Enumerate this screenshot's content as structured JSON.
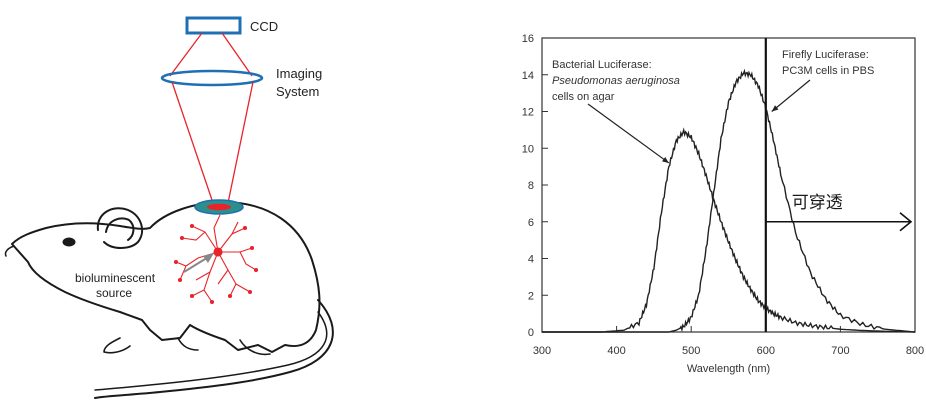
{
  "diagram": {
    "ccd_label": "CCD",
    "imaging_label_line1": "Imaging",
    "imaging_label_line2": "System",
    "source_label_line1": "bioluminescent",
    "source_label_line2": "source",
    "colors": {
      "beam": "#e8242a",
      "optics": "#1f6fb5",
      "tissue_ring": "#2d8f8a",
      "outline": "#1a1a1a"
    },
    "icons": [
      "ccd-detector-icon",
      "lens-icon",
      "mouse-illustration",
      "vessel-network-icon"
    ]
  },
  "chart_data": {
    "type": "line",
    "title": "",
    "xlabel": "Wavelength (nm)",
    "ylabel": "",
    "xlim": [
      300,
      800
    ],
    "ylim": [
      0,
      16
    ],
    "xticks": [
      300,
      400,
      500,
      600,
      700,
      800
    ],
    "yticks": [
      0,
      2,
      4,
      6,
      8,
      10,
      12,
      14,
      16
    ],
    "x": [
      300,
      380,
      410,
      430,
      440,
      450,
      460,
      470,
      480,
      490,
      500,
      510,
      520,
      530,
      540,
      550,
      560,
      570,
      580,
      590,
      600,
      610,
      620,
      640,
      660,
      680,
      700,
      730,
      760,
      800
    ],
    "series": [
      {
        "name": "Bacterial Luciferase:",
        "values": [
          0,
          0,
          0.1,
          0.5,
          1.5,
          3.5,
          6.5,
          9.0,
          10.4,
          10.9,
          10.6,
          9.7,
          8.5,
          7.2,
          6.0,
          4.9,
          3.9,
          3.0,
          2.3,
          1.7,
          1.3,
          1.0,
          0.8,
          0.5,
          0.35,
          0.25,
          0.15,
          0.08,
          0.04,
          0
        ]
      },
      {
        "name": "Firefly Luciferase:",
        "values": [
          0,
          0,
          0,
          0,
          0,
          0,
          0,
          0,
          0.1,
          0.3,
          0.8,
          2.0,
          4.5,
          7.5,
          10.5,
          12.5,
          13.6,
          14.1,
          14.0,
          13.4,
          12.2,
          10.5,
          8.6,
          5.4,
          3.2,
          1.8,
          0.9,
          0.4,
          0.15,
          0
        ]
      }
    ],
    "legend_labels": {
      "bacterial_line1": "Bacterial Luciferase:",
      "bacterial_line2": "Pseudomonas aeruginosa",
      "bacterial_line3": "cells on agar",
      "firefly_line1": "Firefly Luciferase:",
      "firefly_line2": "PC3M cells in PBS"
    },
    "annotation": {
      "vline_x": 600,
      "text": "可穿透",
      "arrow_y": 6
    },
    "grid": false
  }
}
